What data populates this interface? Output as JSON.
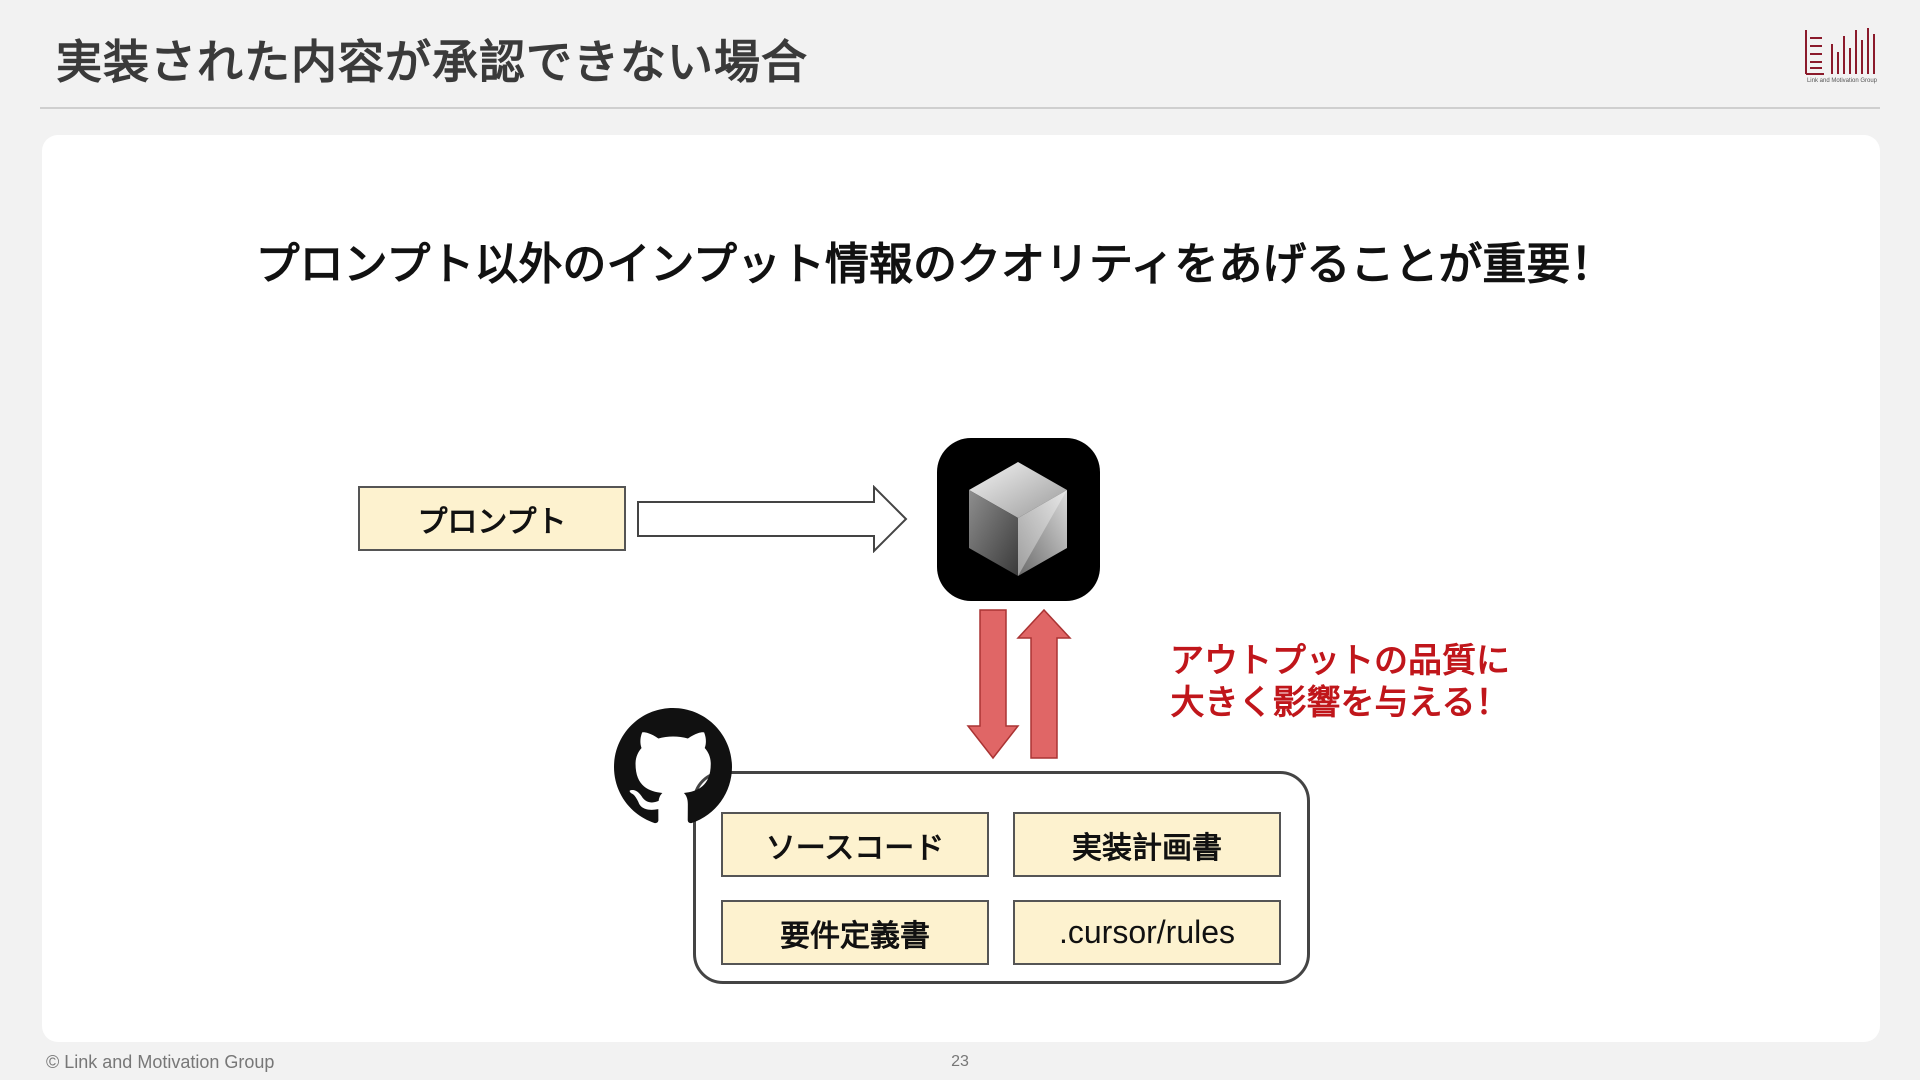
{
  "slide": {
    "title": "実装された内容が承認できない場合",
    "headline": "プロンプト以外のインプット情報のクオリティをあげることが重要！"
  },
  "diagram": {
    "prompt_label": "プロンプト",
    "repo_items": [
      "ソースコード",
      "実装計画書",
      "要件定義書",
      ".cursor/rules"
    ],
    "note_line1": "アウトプットの品質に",
    "note_line2": "大きく影響を与える！"
  },
  "footer": {
    "copyright": "© Link and Motivation Group",
    "page_number": "23"
  },
  "brand": {
    "logo_caption": "Link and Motivation Group",
    "logo_color": "#8b1a2b"
  },
  "colors": {
    "accent_red": "#c0161b",
    "box_fill": "#fdf2cf",
    "arrow_fill": "#e06666"
  },
  "icons": [
    "github-icon",
    "cursor-app-icon",
    "right-arrow-icon",
    "up-down-arrows-icon",
    "lm-logo-icon"
  ]
}
